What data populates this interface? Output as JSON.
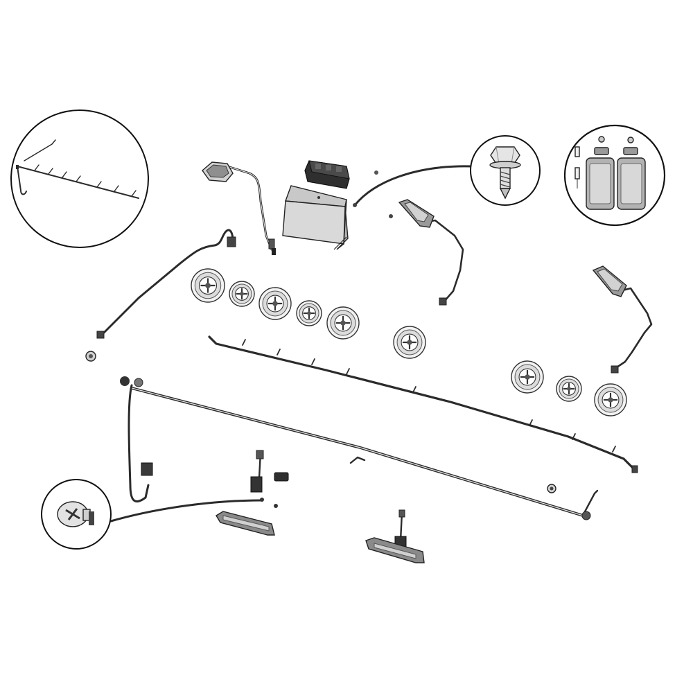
{
  "diagram": {
    "type": "exploded-parts-illustration",
    "background": "#ffffff",
    "colors": {
      "line": "#2b2b2b",
      "part_fill": "#d9d9d9",
      "part_dark": "#3a3a3a",
      "bracket_fill": "#cfcfcf"
    },
    "callouts": [
      {
        "name": "harness-overview-callout",
        "icon": "wire-harness-icon"
      },
      {
        "name": "self-drilling-screw-callout",
        "icon": "hex-screw-icon"
      },
      {
        "name": "lamp-lens-callout",
        "icon": "lamp-lens-icon"
      },
      {
        "name": "phillips-screw-callout",
        "icon": "phillips-screw-icon"
      }
    ],
    "parts": [
      "control-module-with-pigtail",
      "relay-block",
      "mounting-bracket",
      "upper-lamp-assembly",
      "right-lamp-assembly",
      "rubber-grommets",
      "main-wire-harness",
      "branch-wire-harness",
      "license-lamp-left",
      "license-lamp-center"
    ]
  }
}
